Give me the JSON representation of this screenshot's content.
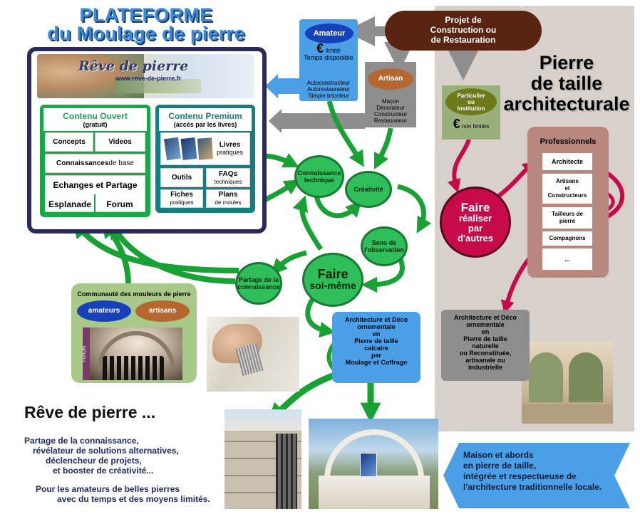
{
  "title": {
    "line1": "PLATEFORME",
    "line2": "du Moulage de pierre"
  },
  "banner": {
    "script_title": "Rêve de pierre",
    "url": "www.reve-de-pierre.fr"
  },
  "contenu_ouvert": {
    "title": "Contenu Ouvert",
    "subtitle": "(gratuit)",
    "concepts": "Concepts",
    "videos": "Videos",
    "connaissances_bold": "Connaissances",
    "connaissances_rest": " de base",
    "echanges": "Echanges et Partage",
    "esplanade": "Esplanade",
    "forum": "Forum"
  },
  "contenu_premium": {
    "title": "Contenu Premium",
    "subtitle": "(accès par les livres)",
    "livres": "Livres",
    "livres_sub": "pratiques",
    "outils": "Outils",
    "faqs": "FAQs",
    "faqs_sub": "techniques",
    "fiches": "Fiches",
    "fiches_sub": "pratiques",
    "plans": "Plans",
    "plans_sub": "de moules"
  },
  "amateur": {
    "label": "Amateur",
    "euro": "€",
    "limite": "limité",
    "temps": "Temps disponible",
    "list": [
      "Autoconstructeur",
      "Autorestaurateur",
      "Simple bricoleur"
    ]
  },
  "artisan": {
    "label": "Artisan",
    "list": [
      "Maçon",
      "Décorateur",
      "Constructeur",
      "Restaurateur"
    ]
  },
  "projet": {
    "line1": "Projet de",
    "line2": "Construction ou",
    "line3": "de Restauration"
  },
  "right_title": {
    "line1": "Pierre",
    "line2": "de taille",
    "line3": "architecturale"
  },
  "particulier": {
    "label_line1": "Particulier",
    "label_line2": "ou",
    "label_line3": "Institution",
    "euro": "€",
    "non_limites": "non limités"
  },
  "professionnels": {
    "title": "Professionnels",
    "items": [
      "Architecte",
      "Artisans",
      "et",
      "Constructeurs",
      "Tailleurs de",
      "pierre",
      "Compagnons",
      "..."
    ]
  },
  "faire_autres": {
    "line1": "Faire",
    "line2": "réaliser",
    "line3": "par",
    "line4": "d'autres"
  },
  "cycle": {
    "connaissance": "Connaissance technique",
    "creativite": "Créativité",
    "sens": "Sens de l'observation",
    "partage": "Partage de la connaissance",
    "faire_line1": "Faire",
    "faire_line2": "soi-même"
  },
  "communaute": {
    "title": "Communauté des mouleurs de pierre",
    "amateurs": "amateurs",
    "artisans": "artisans",
    "forum_label": "FORUM"
  },
  "archi_moulage": {
    "lines": [
      "Architecture et Déco",
      "ornementale",
      "en",
      "Pierre de taille",
      "calcaire",
      "par",
      "Moulage et Coffrage"
    ]
  },
  "archi_naturelle": {
    "lines": [
      "Architecture et Déco",
      "ornementale",
      "en",
      "Pierre de taille",
      "naturelle",
      "ou Reconstituée,",
      "artisanale ou",
      "industrielle"
    ]
  },
  "reve": {
    "heading": "Rêve de pierre ...",
    "lines": [
      "Partage de la connaissance,",
      "révélateur de solutions alternatives,",
      "déclencheur de projets,",
      "et booster de créativité..."
    ],
    "lines2": [
      "Pour les amateurs de belles pierres",
      "avec du temps et des moyens limités."
    ]
  },
  "maison": {
    "lines": [
      "Maison et abords",
      "en pierre de taille,",
      "intégrée et respectueuse de",
      "l'architecture traditionnelle locale."
    ]
  },
  "colors": {
    "green": "#18a84a",
    "teal": "#167e80",
    "blue": "#4a9fe6",
    "crimson": "#c70a4a",
    "brown": "#5a2412"
  }
}
